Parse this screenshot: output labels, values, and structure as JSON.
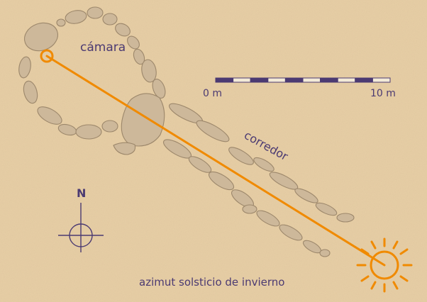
{
  "labels": {
    "chamber": "cámara",
    "corridor": "corredor",
    "azimuth": "azimut solsticio de invierno",
    "north": "N"
  },
  "scale_bar": {
    "start_label": "0 m",
    "end_label": "10 m",
    "segments": 10
  },
  "colors": {
    "background": "#e8cfa6",
    "stone_fill": "#cdb89a",
    "stone_stroke": "#9c876b",
    "accent": "#f08a00",
    "text": "#4b3a72"
  },
  "icons": {
    "north": "compass-crosshair-icon",
    "sun": "sun-icon",
    "origin": "circle-marker-icon"
  }
}
